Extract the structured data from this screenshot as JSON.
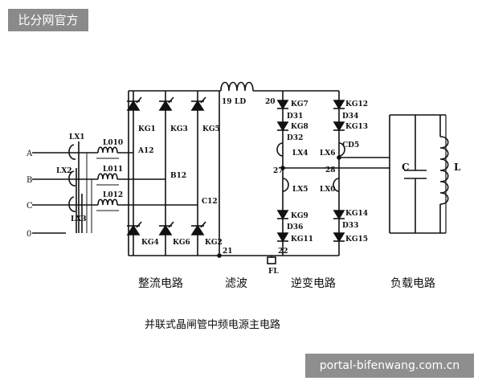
{
  "watermarks": {
    "top_left": "比分网官方",
    "bottom_right": "portal-bifenwang.com.cn"
  },
  "diagram": {
    "caption": "并联式晶闸管中频电源主电路",
    "sections": {
      "rectifier": "整流电路",
      "filter": "滤波",
      "inverter": "逆变电路",
      "load": "负载电路"
    },
    "phases": [
      "A",
      "B",
      "C",
      "0"
    ],
    "labels": {
      "lx1": "LX1",
      "lx2": "LX2",
      "lx3": "LX3",
      "l010": "L010",
      "l011": "L011",
      "l012": "L012",
      "a12": "A12",
      "b12": "B12",
      "c12": "C12",
      "kg1": "KG1",
      "kg3": "KG3",
      "kg5": "KG5",
      "kg4": "KG4",
      "kg6": "KG6",
      "kg2": "KG2",
      "ld": "LD",
      "n19": "19",
      "n20": "20",
      "n21": "21",
      "n22": "22",
      "fl": "FL",
      "kg7": "KG7",
      "d31": "D31",
      "kg8": "KG8",
      "d32": "D32",
      "kg12": "KG12",
      "d34": "D34",
      "kg13": "KG13",
      "lx4": "LX4",
      "lx6": "LX6",
      "cd5": "CD5",
      "n27": "27",
      "n28": "28",
      "lx5": "LX5",
      "lx7": "LX0",
      "kg9": "KG9",
      "d36": "D36",
      "kg11": "KG11",
      "kg14": "KG14",
      "d33": "D33",
      "kg15": "KG15",
      "c": "C",
      "l": "L"
    }
  }
}
